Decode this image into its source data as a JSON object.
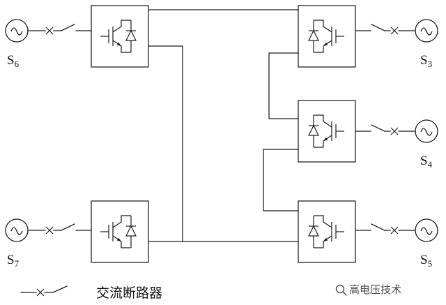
{
  "colors": {
    "line": "#1a1a1a",
    "background": "#ffffff",
    "watermark": "#4a4a4a"
  },
  "sources": {
    "s6": {
      "base": "S",
      "sub": "6"
    },
    "s7": {
      "base": "S",
      "sub": "7"
    },
    "s3": {
      "base": "S",
      "sub": "3"
    },
    "s4": {
      "base": "S",
      "sub": "4"
    },
    "s5": {
      "base": "S",
      "sub": "5"
    }
  },
  "legend": {
    "label": "交流断路器"
  },
  "watermark": {
    "label": "高电压技术"
  },
  "icons": {
    "ac-source-icon": "circle-with-sine-wave",
    "ac-breaker-icon": "wire-x-mark-with-switch-blade",
    "igbt-diode-icon": "igbt-with-antiparallel-diode",
    "watermark-logo-icon": "magnifier-logo"
  }
}
